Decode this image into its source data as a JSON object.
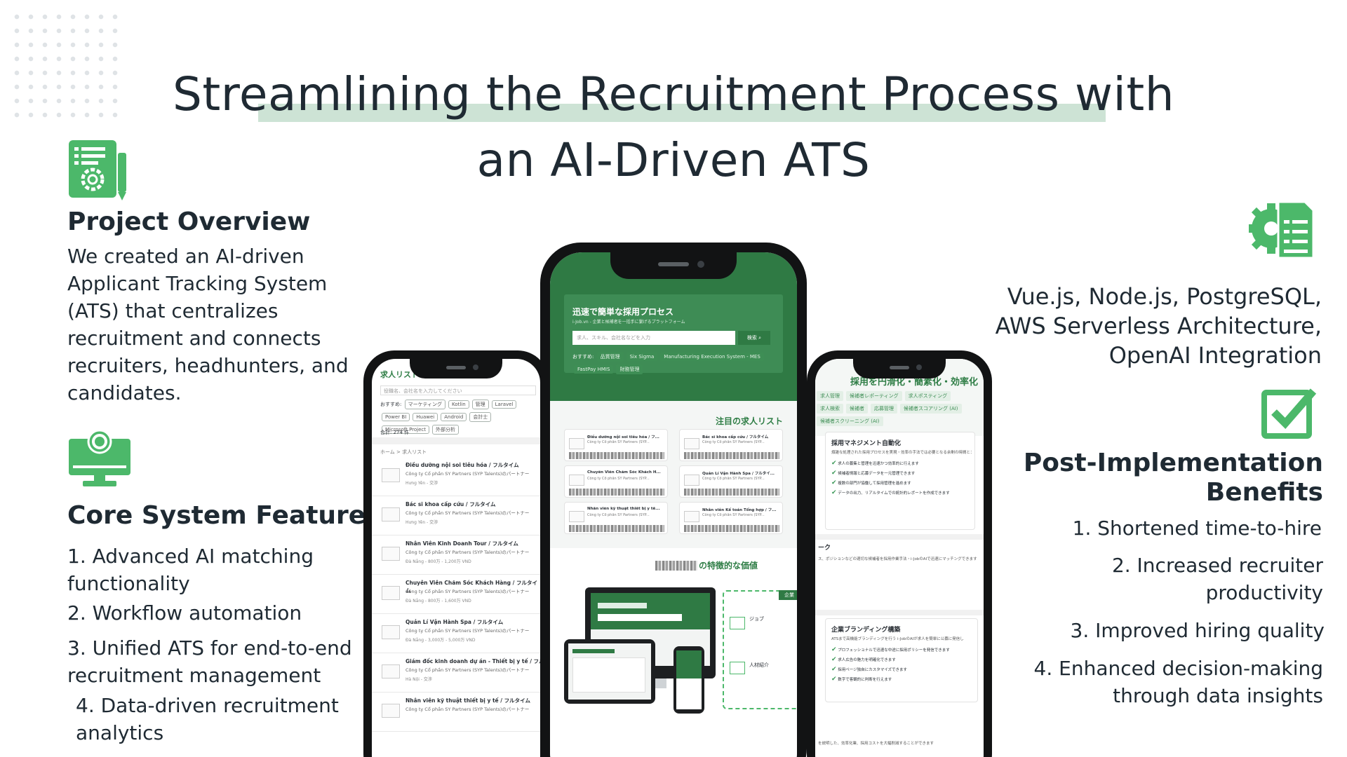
{
  "title": {
    "line1": "Streamlining the Recruitment Process with",
    "line2": "an AI-Driven ATS"
  },
  "colors": {
    "accent": "#4cb86a",
    "highlight": "#cde3d5",
    "text": "#1f2a33"
  },
  "overview": {
    "heading": "Project Overview",
    "lines": [
      "We created an AI-driven",
      "Applicant Tracking System",
      "(ATS) that centralizes",
      "recruitment and connects",
      "recruiters, headhunters, and",
      "candidates."
    ],
    "icon": "document-gear-icon"
  },
  "features": {
    "heading": "Core System Features",
    "icon": "monitor-gear-icon",
    "items": [
      {
        "line1": "1. Advanced AI matching",
        "line2": "functionality"
      },
      {
        "line1": "2. Workflow automation",
        "line2": ""
      },
      {
        "line1": "3. Unified ATS for end-to-end",
        "line2": "recruitment management"
      },
      {
        "line1": "4. Data-driven recruitment",
        "line2": "analytics"
      }
    ]
  },
  "tech": {
    "icon": "gear-document-icon",
    "lines": [
      "Vue.js, Node.js, PostgreSQL,",
      "AWS Serverless Architecture,",
      "OpenAI Integration"
    ]
  },
  "benefits": {
    "icon": "checkbox-icon",
    "heading_line1": "Post-Implementation",
    "heading_line2": "Benefits",
    "items": [
      {
        "line1": "1. Shortened time-to-hire",
        "line2": ""
      },
      {
        "line1": "2. Increased recruiter",
        "line2": "productivity"
      },
      {
        "line1": "3. Improved hiring quality",
        "line2": ""
      },
      {
        "line1": "4. Enhanced decision-making",
        "line2": "through data insights"
      }
    ]
  },
  "phone_left": {
    "header": "求人リスト",
    "search_placeholder": "役職名、会社名を入力してください",
    "recommend_label": "おすすめ:",
    "chips": [
      "マーケティング",
      "Kotlin",
      "管理",
      "Laravel",
      "Power BI",
      "Huawei",
      "Android",
      "会計士",
      "Microsoft Project",
      "外部分析"
    ],
    "total": "合計: 274 件",
    "breadcrumb": "ホーム  >  求人リスト",
    "jobs": [
      {
        "title": "Điều dưỡng nội soi tiêu hóa / フルタイム",
        "company": "Công ty Cổ phần SY Partners (SYP Talents)のパートナー",
        "meta": "Hưng Yên - 交渉"
      },
      {
        "title": "Bác sĩ khoa cấp cứu / フルタイム",
        "company": "Công ty Cổ phần SY Partners (SYP Talents)のパートナー",
        "meta": "Hưng Yên - 交渉"
      },
      {
        "title": "Nhân Viên Kinh Doanh Tour / フルタイム",
        "company": "Công ty Cổ phần SY Partners (SYP Talents)のパートナー",
        "meta": "Đà Nẵng - 800万 - 1,200万 VND"
      },
      {
        "title": "Chuyên Viên Chăm Sóc Khách Hàng / フルタイム",
        "company": "Công ty Cổ phần SY Partners (SYP Talents)のパートナー",
        "meta": "Đà Nẵng - 800万 - 1,600万 VND"
      },
      {
        "title": "Quản Lí Vận Hành Spa / フルタイム",
        "company": "Công ty Cổ phần SY Partners (SYP Talents)のパートナー",
        "meta": "Đà Nẵng - 3,000万 - 5,000万 VND"
      },
      {
        "title": "Giám đốc kinh doanh dự án - Thiết bị y tế / フルタイム",
        "company": "Công ty Cổ phần SY Partners (SYP Talents)のパートナー",
        "meta": "Hà Nội - 交渉"
      },
      {
        "title": "Nhân viên kỹ thuật thiết bị y tế / フルタイム",
        "company": "Công ty Cổ phần SY Partners (SYP Talents)のパートナー",
        "meta": ""
      }
    ]
  },
  "phone_center": {
    "hero_title": "迅速で簡単な採用プロセス",
    "hero_sub": "i-Job.vn - 企業と候補者を一括手に繋げるプラットフォーム",
    "search_placeholder": "求人、スキル、会社名などを入力",
    "search_button": "検索",
    "recommend_label": "おすすめ:",
    "tags": [
      "品質管理",
      "Six Sigma",
      "Manufacturing Execution System - MES",
      "FastPay HMIS",
      "財務管理"
    ],
    "section_title": "注目の求人リスト",
    "cards": [
      {
        "title": "Điều dưỡng nội soi tiêu hóa / フ...",
        "company": "Công ty Cổ phần SY Partners (SYP..."
      },
      {
        "title": "Bác sĩ khoa cấp cứu / フルタイム",
        "company": "Công ty Cổ phần SY Partners (SYP..."
      },
      {
        "title": "Chuyên Viên Chăm Sóc Khách H...",
        "company": "Công ty Cổ phần SY Partners (SYP..."
      },
      {
        "title": "Quản Lí Vận Hành Spa / フルタイ...",
        "company": "Công ty Cổ phần SY Partners (SYP..."
      },
      {
        "title": "Nhân viên kỹ thuật thiết bị y tế...",
        "company": "Công ty Cổ phần SY Partners (SYP..."
      },
      {
        "title": "Nhân viên Kế toán Tổng hợp / フ...",
        "company": "Công ty Cổ phần SY Partners (SYP..."
      }
    ],
    "value_title": "の特徴的な価値",
    "side_label1": "ジョブ",
    "side_label2": "人材紹介",
    "badge": "企業"
  },
  "phone_right": {
    "header": "採用を円滑化・簡素化・効率化",
    "tabs": [
      "求人管理",
      "候補者レポーティング",
      "求人ポスティング",
      "求人検索",
      "候補者",
      "応募管理",
      "候補者スコアリング (AI)",
      "候補者スクリーニング (AI)"
    ],
    "section1_title": "採用マネジメント自動化",
    "section1_desc": "煩雑な処理された採用プロセスを実現・効率の手法では必要となる余剰の時間とコスト",
    "section1_items": [
      "求人の募集と管理を迅速かつ効率的に行えます",
      "候補者情報と応募データを一元管理できます",
      "複数の部門が協働して採用管理を進めます",
      "データの出力、リアルタイムでの統計的レポートを作成できます"
    ],
    "section2_title": "ーク",
    "section2_desc": "ス、ポジションなどの適切な候補者を採用作業手法・i-JobのAIで迅速にマッチングできます",
    "section3_title": "企業ブランディング構築",
    "section3_desc": "ATSまで高機能ブランディングを行う i-JobのAIが求人を簡単に公募に発信し",
    "section3_items": [
      "プロフェッショナルで迅速な中途に採用ポリシーを発信できます",
      "求人広告の魅力を明確化できます",
      "採用ページ独自にカスタマイズできます",
      "数字で客観的に判断を行えます"
    ],
    "footer": "を説明した、効率化業、採用コストを大幅削減することができます"
  }
}
